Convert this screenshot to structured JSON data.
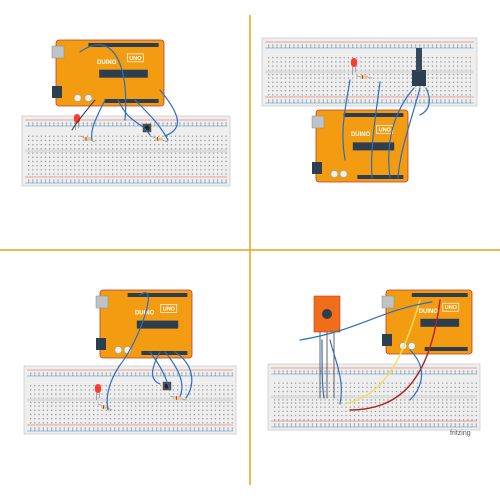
{
  "colors": {
    "divider": "#e8a21a",
    "arduino": "#f39c12",
    "arduino_edge": "#c0392b",
    "breadboard": "#eeeeee",
    "breadboard_edge": "#cccccc",
    "hole": "#9a9a9a",
    "rail_red": "#e74c3c",
    "rail_blue": "#3498db",
    "wire_blue": "#2c6fbb",
    "wire_yellow": "#f1e05a",
    "wire_red": "#b22222",
    "led_red": "#ff3b30",
    "module_orange": "#f06d1a"
  },
  "board_label": "UNO",
  "board_brand": "DUINO",
  "credit": "fritzing",
  "panels": [
    {
      "id": "top-left",
      "circuit": "led-button",
      "icon": "arduino-uno-icon"
    },
    {
      "id": "top-right",
      "circuit": "led-potentiometer",
      "icon": "arduino-uno-icon"
    },
    {
      "id": "bottom-left",
      "circuit": "led-button",
      "icon": "arduino-uno-icon"
    },
    {
      "id": "bottom-right",
      "circuit": "sensor-module",
      "icon": "arduino-uno-icon"
    }
  ]
}
